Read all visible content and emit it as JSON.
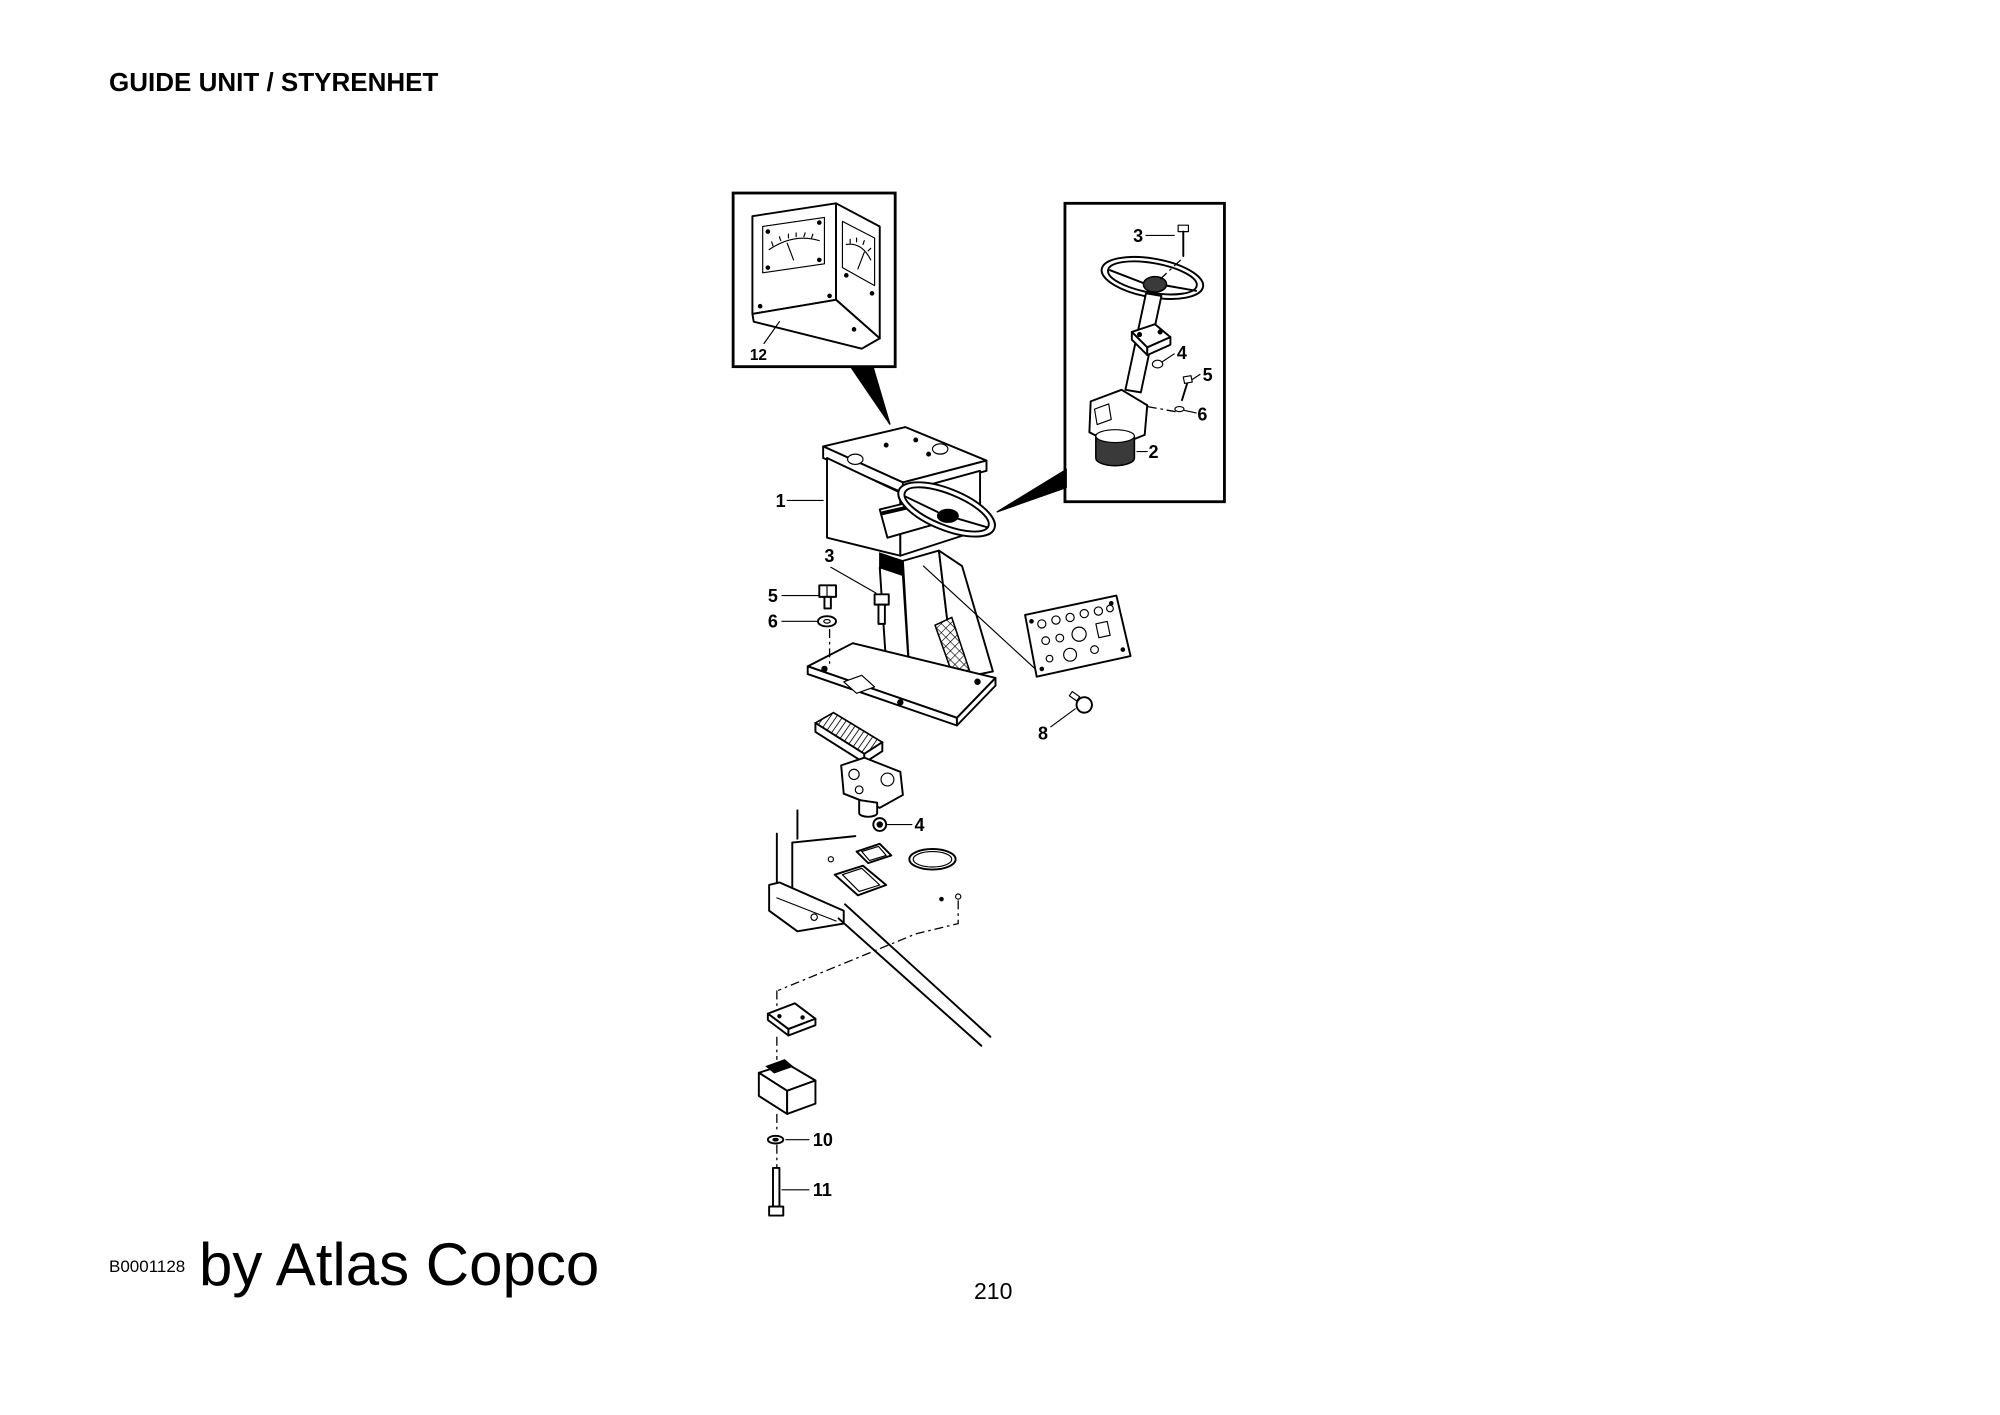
{
  "document": {
    "title": "GUIDE UNIT / STYRENHET",
    "figure_code": "B0001128",
    "watermark": "by Atlas Copco",
    "page_number": "210"
  },
  "diagram": {
    "gauge_inset": {
      "callouts": [
        "12"
      ]
    },
    "steering_inset": {
      "callouts": [
        "3",
        "4",
        "5",
        "6",
        "2"
      ]
    },
    "main": {
      "callouts": [
        "1",
        "3",
        "5",
        "6",
        "8",
        "4",
        "10",
        "11"
      ]
    }
  },
  "colors": {
    "ink": "#000000",
    "paper": "#ffffff"
  }
}
